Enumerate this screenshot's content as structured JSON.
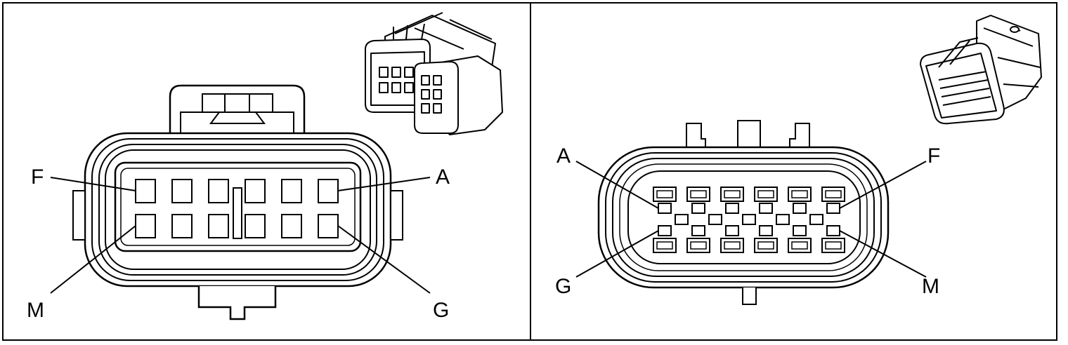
{
  "panels": [
    {
      "id": "left-connector",
      "pin_labels": {
        "top_left": "F",
        "top_right": "A",
        "bottom_left": "M",
        "bottom_right": "G"
      }
    },
    {
      "id": "right-connector",
      "pin_labels": {
        "top_left": "A",
        "top_right": "F",
        "bottom_left": "G",
        "bottom_right": "M"
      }
    }
  ],
  "colors": {
    "line": "#000000",
    "background": "#ffffff"
  }
}
